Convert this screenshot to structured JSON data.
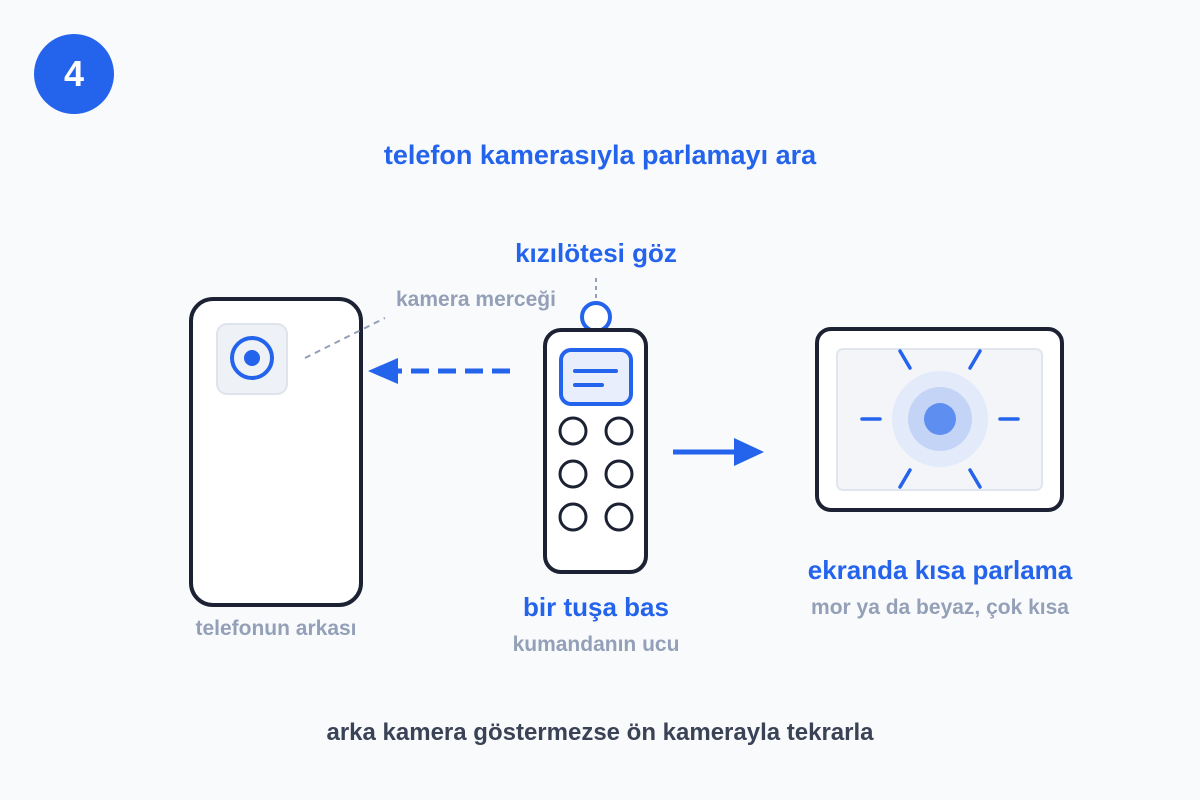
{
  "step": {
    "number": "4"
  },
  "title": "telefon kamerasıyla parlamayı ara",
  "labels": {
    "ir_eye": "kızılötesi göz",
    "camera_lens": "kamera merceği",
    "phone_back": "telefonun arkası",
    "press_button": "bir tuşa bas",
    "remote_tip": "kumandanın ucu",
    "screen_flash": "ekranda kısa parlama",
    "flash_detail": "mor ya da beyaz, çok kısa",
    "footer": "arka kamera göstermezse ön kamerayla tekrarla"
  },
  "colors": {
    "accent": "#2463eb",
    "outline": "#1c2233",
    "muted": "#94a0b8",
    "text_dark": "#3a4256"
  },
  "icons": [
    "camera-lens-icon",
    "ir-led-icon",
    "remote-display-icon",
    "flash-ray-icon",
    "arrow-right-icon",
    "arrow-left-icon"
  ]
}
